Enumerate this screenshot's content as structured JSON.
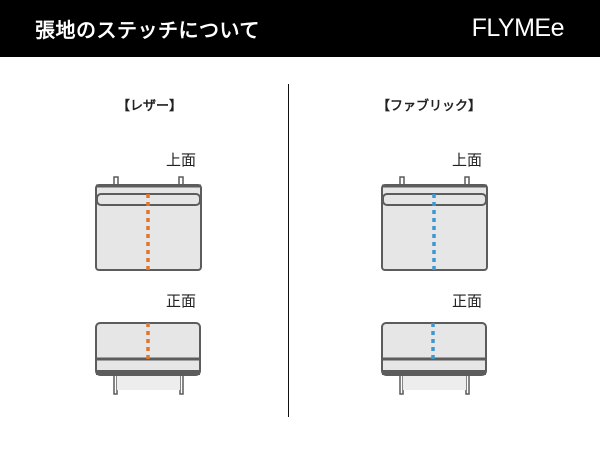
{
  "header": {
    "title": "張地のステッチについて",
    "logo": "FLYMEe"
  },
  "colors": {
    "header_bg": "#000000",
    "leather_stitch": "#e0762e",
    "fabric_stitch": "#3d98cf",
    "sofa_fill": "#e6e6e6",
    "sofa_stroke": "#5c5c5c"
  },
  "sections": [
    {
      "label": "【レザー】",
      "stitch_color": "#e0762e",
      "views": [
        {
          "label": "上面"
        },
        {
          "label": "正面"
        }
      ]
    },
    {
      "label": "【ファブリック】",
      "stitch_color": "#3d98cf",
      "views": [
        {
          "label": "上面"
        },
        {
          "label": "正面"
        }
      ]
    }
  ]
}
